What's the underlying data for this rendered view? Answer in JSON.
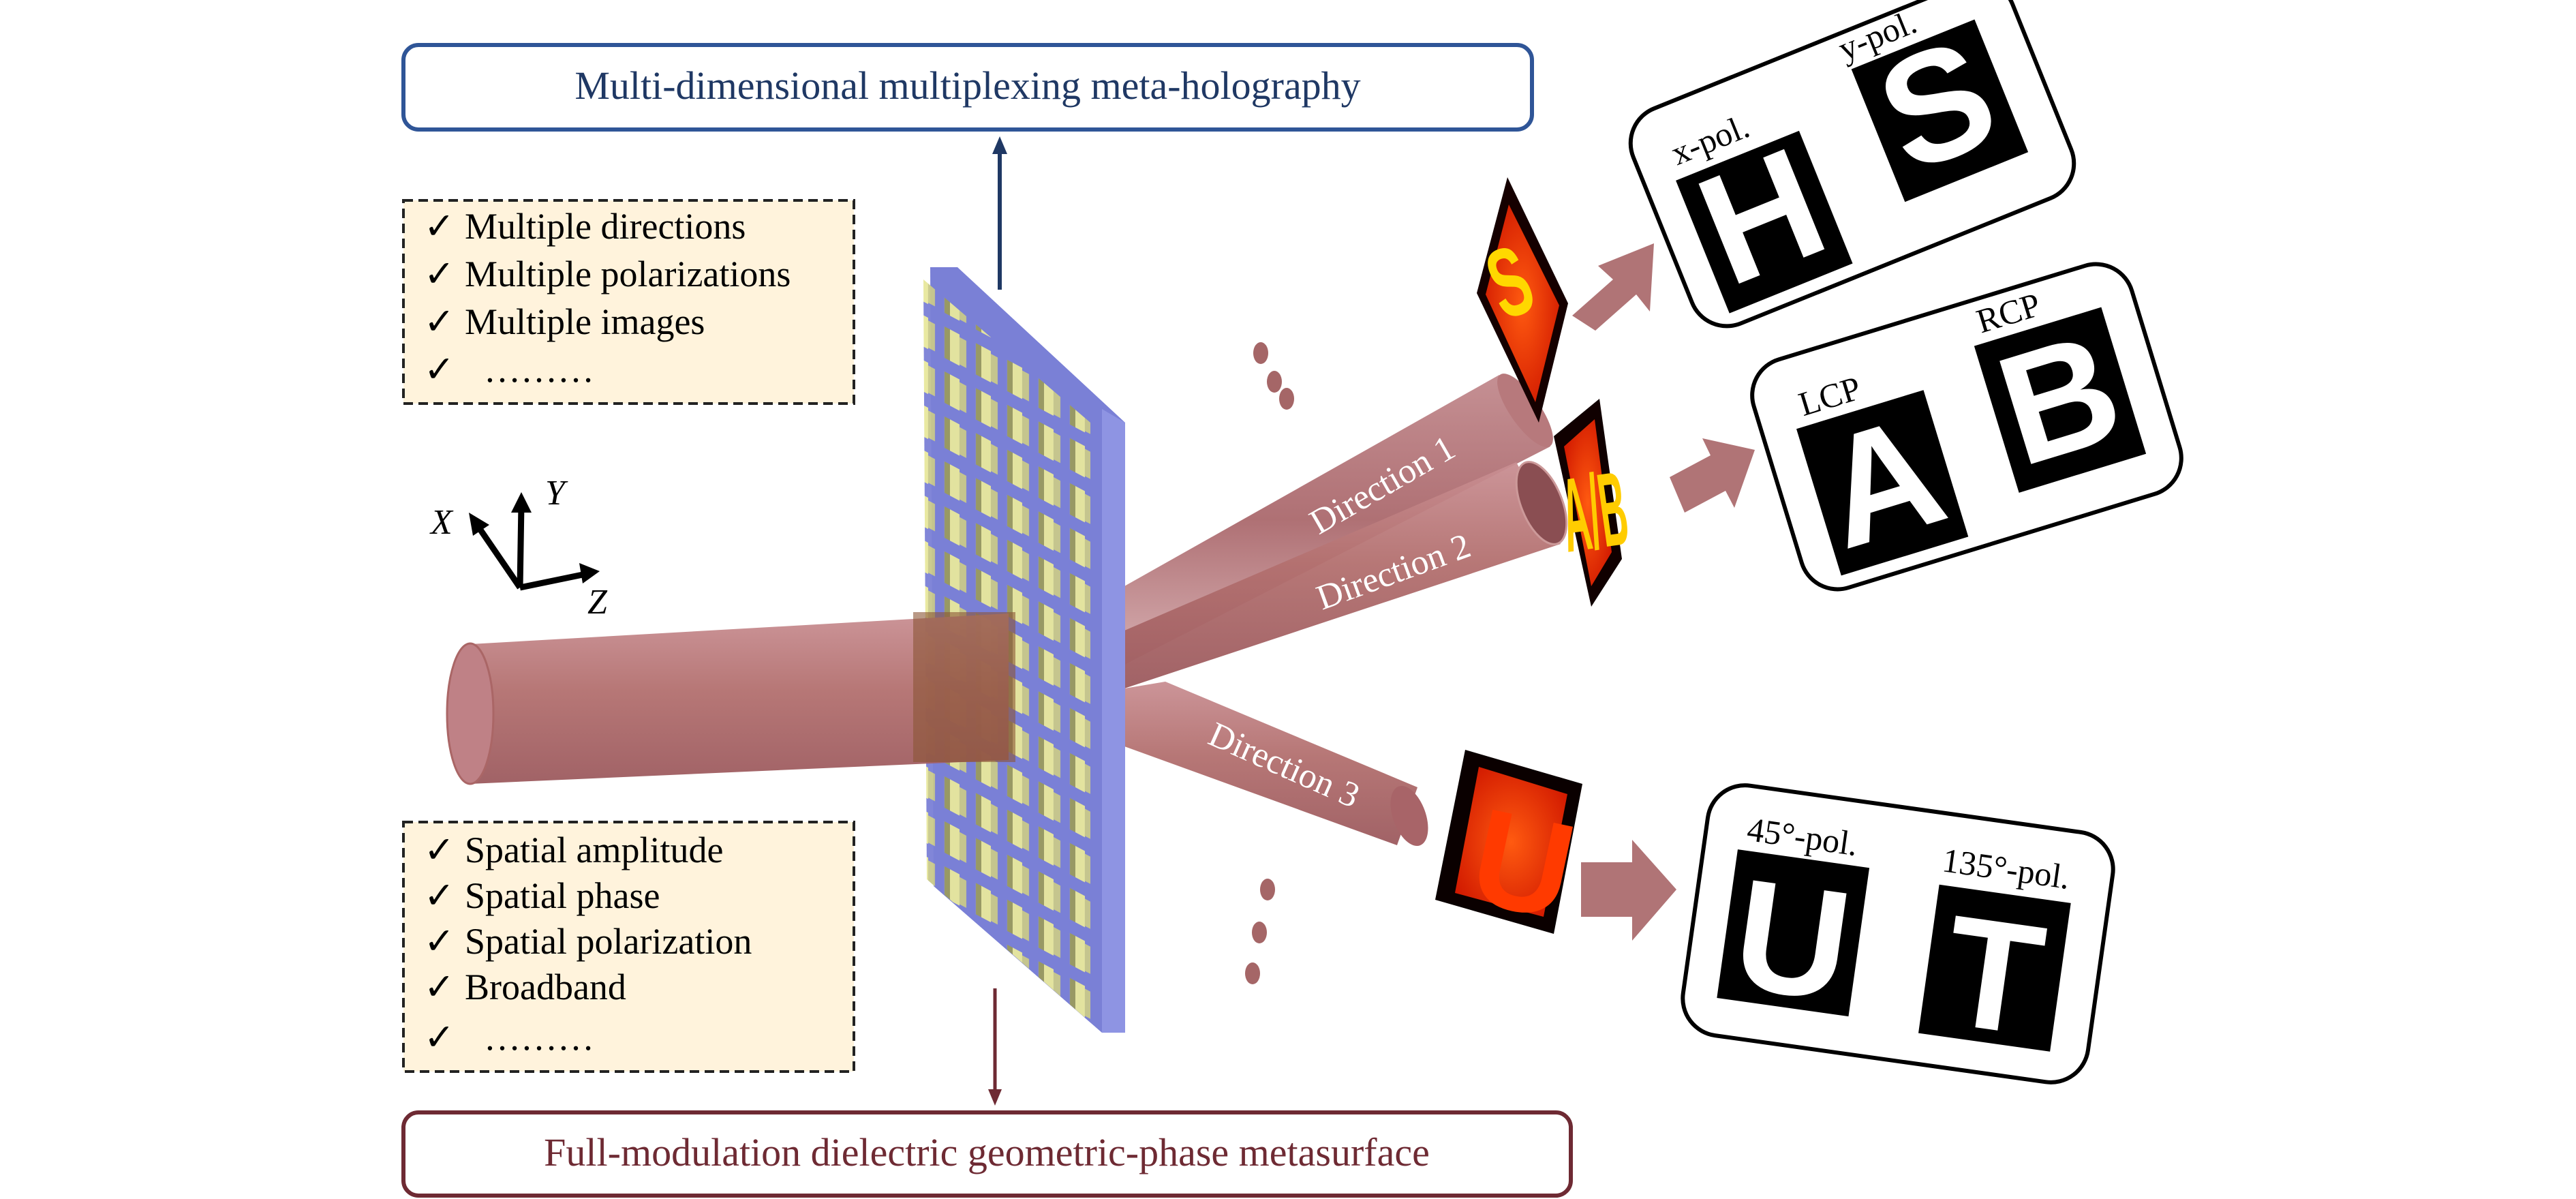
{
  "title_top": "Multi-dimensional multiplexing meta-holography",
  "title_bottom": "Full-modulation dielectric geometric-phase metasurface",
  "checklist_top": {
    "check_glyph": "✓",
    "items": [
      "Multiple directions",
      "Multiple polarizations",
      "Multiple images",
      "………"
    ]
  },
  "checklist_bottom": {
    "check_glyph": "✓",
    "items": [
      "Spatial amplitude",
      "Spatial phase",
      "Spatial polarization",
      "Broadband",
      "………"
    ]
  },
  "axes": {
    "x": "X",
    "y": "Y",
    "z": "Z"
  },
  "beams": [
    {
      "label": "Direction 1"
    },
    {
      "label": "Direction 2"
    },
    {
      "label": "Direction 3"
    }
  ],
  "holograms": [
    {
      "letter": "S",
      "description": "reconstructed hologram image (direction 1)"
    },
    {
      "letter": "A/B",
      "description": "reconstructed hologram image (direction 2)"
    },
    {
      "letter": "U",
      "description": "reconstructed hologram image (direction 3)"
    }
  ],
  "cards": [
    {
      "left_label": "x-pol.",
      "left_letter": "H",
      "right_label": "y-pol.",
      "right_letter": "S"
    },
    {
      "left_label": "LCP",
      "left_letter": "A",
      "right_label": "RCP",
      "right_letter": "B"
    },
    {
      "left_label": "45°-pol.",
      "left_letter": "U",
      "right_label": "135°-pol.",
      "right_letter": "T"
    }
  ],
  "colors": {
    "top_box_border": "#2f5597",
    "bottom_box_border": "#6e2a33",
    "checklist_bg": "#fff3dc",
    "beam": "#b06a6e",
    "arrow": "#b07476",
    "substrate": "#7a80d6",
    "nanopillar": "#e6e69a"
  }
}
